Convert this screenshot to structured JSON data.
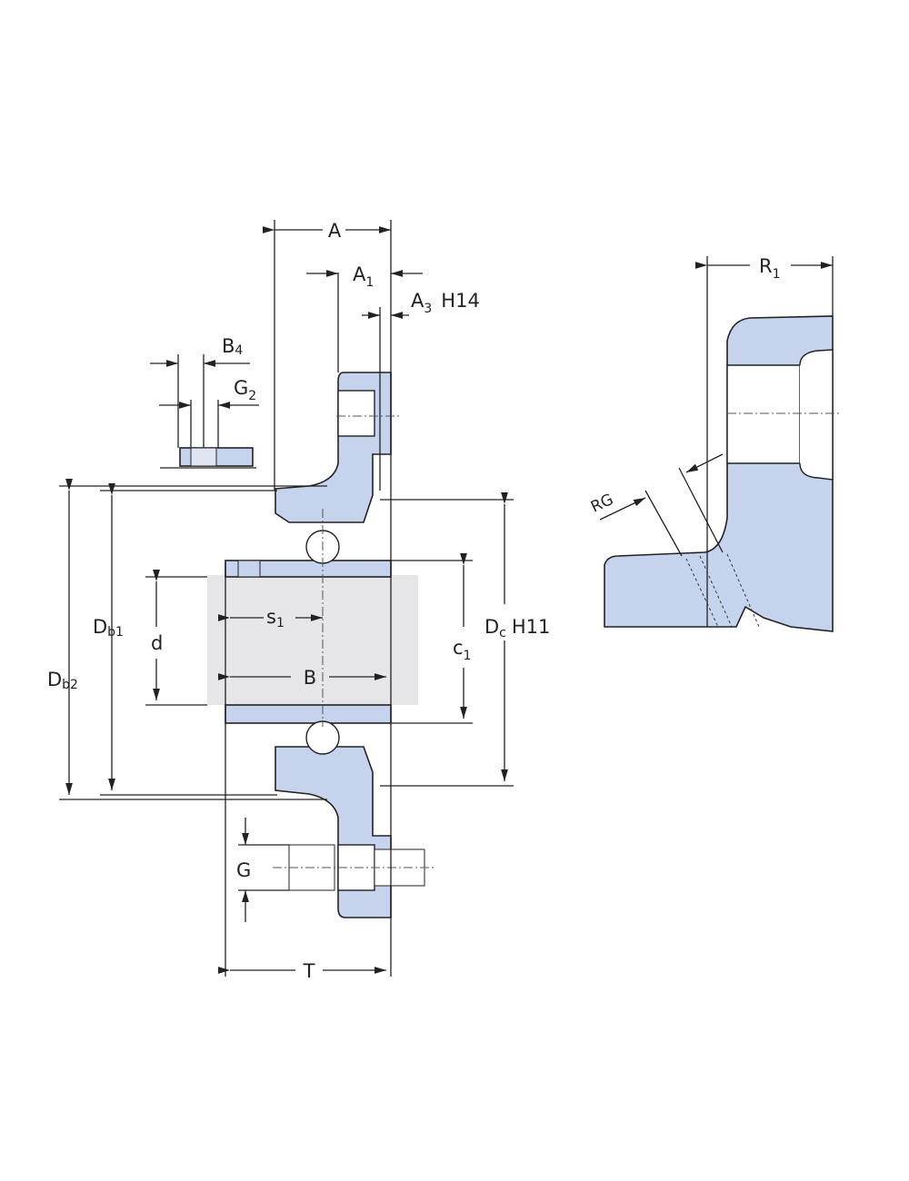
{
  "labels": {
    "A": "A",
    "A1": {
      "main": "A",
      "sub": "1"
    },
    "A3": {
      "main": "A",
      "sub": "3",
      "tol": "H14"
    },
    "B4": {
      "main": "B",
      "sub": "4"
    },
    "G2": {
      "main": "G",
      "sub": "2"
    },
    "Db1": {
      "main": "D",
      "sub": "b1"
    },
    "Db2": {
      "main": "D",
      "sub": "b2"
    },
    "d": "d",
    "s1": {
      "main": "s",
      "sub": "1"
    },
    "B": "B",
    "c1": {
      "main": "c",
      "sub": "1"
    },
    "Dc": {
      "main": "D",
      "sub": "c",
      "tol": "H11"
    },
    "G": "G",
    "T": "T",
    "R1": {
      "main": "R",
      "sub": "1"
    },
    "RG": "RG"
  },
  "colors": {
    "housing": "#c5d3ec",
    "shaft": "#e6e6e8",
    "line": "#222222"
  }
}
